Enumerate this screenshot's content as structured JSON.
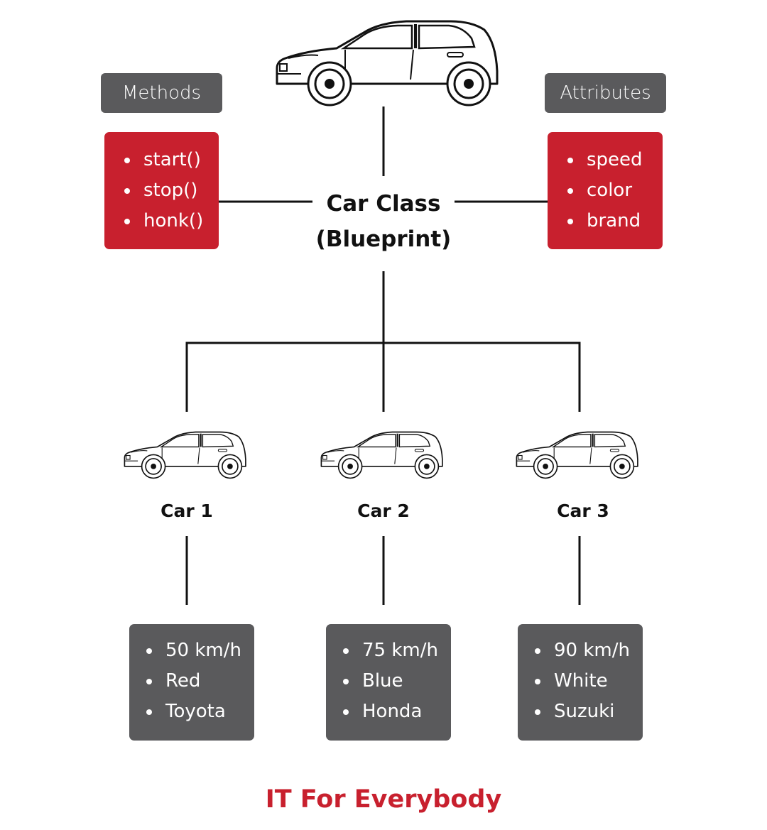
{
  "class_node": {
    "line1": "Car Class",
    "line2": "(Blueprint)"
  },
  "methods": {
    "label": "Methods",
    "items": [
      "start()",
      "stop()",
      "honk()"
    ]
  },
  "attributes": {
    "label": "Attributes",
    "items": [
      "speed",
      "color",
      "brand"
    ]
  },
  "objects": [
    {
      "label": "Car 1",
      "values": [
        "50 km/h",
        "Red",
        "Toyota"
      ]
    },
    {
      "label": "Car 2",
      "values": [
        "75 km/h",
        "Blue",
        "Honda"
      ]
    },
    {
      "label": "Car 3",
      "values": [
        "90 km/h",
        "White",
        "Suzuki"
      ]
    }
  ],
  "footer": {
    "brand": "IT For Everybody"
  },
  "colors": {
    "accent_red": "#c8202e",
    "box_gray": "#5a5a5c",
    "line": "#111111"
  },
  "icons": {
    "class_icon": "car-icon",
    "object_icon": "car-icon"
  }
}
